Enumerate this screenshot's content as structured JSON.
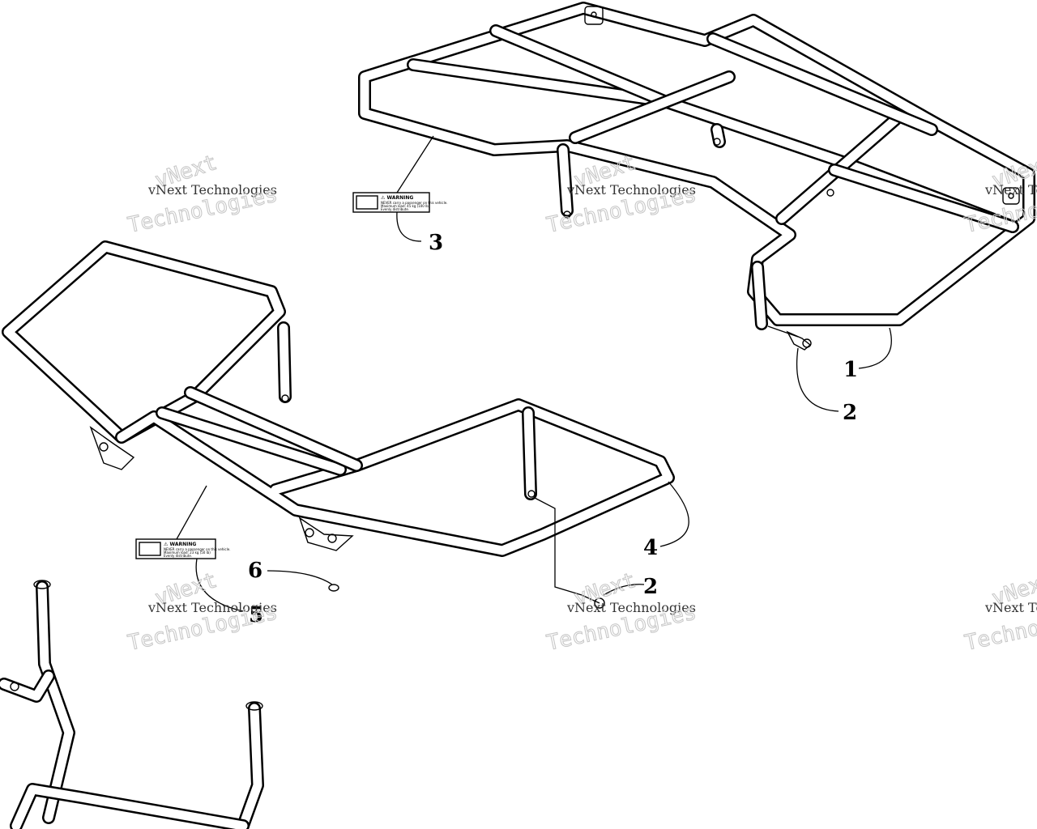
{
  "callouts": {
    "c1": "1",
    "c2": "2",
    "c3": "3",
    "c4": "4",
    "c5": "5",
    "c6": "6",
    "c2b": "2"
  },
  "labels": {
    "front": {
      "title": "⚠ WARNING",
      "lines": [
        "NEVER carry a passenger on this vehicle.",
        "Maximum load: 23 kg (50 lb)",
        "Evenly distribute."
      ]
    },
    "rear": {
      "title": "⚠ WARNING",
      "lines": [
        "NEVER carry a passenger on this vehicle.",
        "Maximum load: 45 kg (100 lb)",
        "Evenly distribute."
      ]
    }
  },
  "watermark": {
    "line1": "vNext Technologies",
    "line2": "vNext",
    "line3": "Technologies"
  }
}
